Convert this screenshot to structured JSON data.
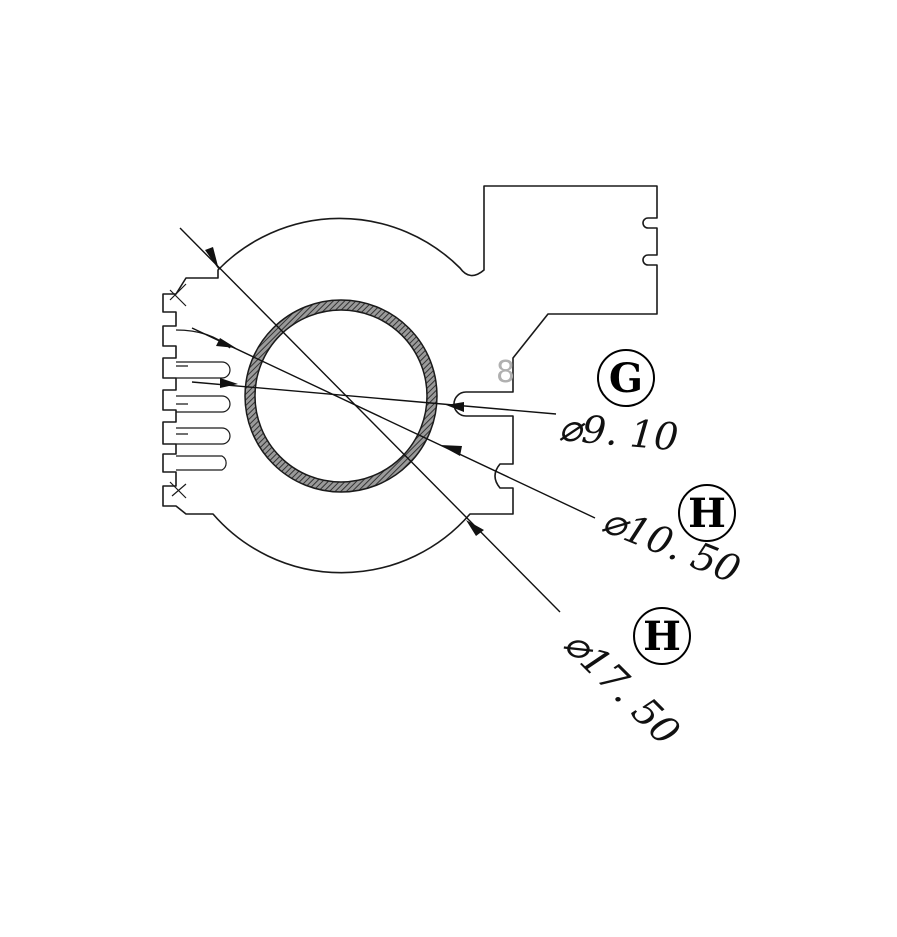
{
  "drawing": {
    "dimensions": [
      {
        "id": "d1",
        "label": "⌀9. 10",
        "tag": "G"
      },
      {
        "id": "d2",
        "label": "⌀10. 50",
        "tag": "H"
      },
      {
        "id": "d3",
        "label": "⌀17. 50",
        "tag": "H"
      }
    ],
    "pin_mark": "8",
    "colors": {
      "line": "#1a1a1a",
      "hatch": "#555555",
      "faint": "#b0b0b0"
    }
  }
}
